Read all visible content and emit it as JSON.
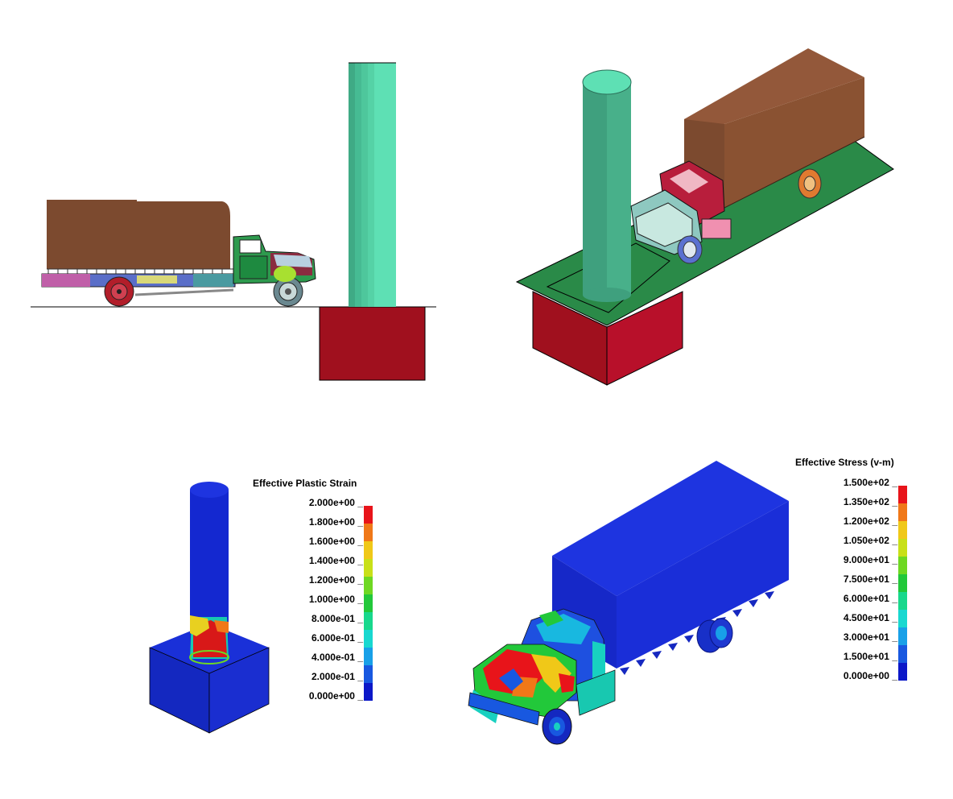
{
  "colors": {
    "truck_box": "#7c4a2f",
    "column": "#4fd6a8",
    "base_block": "#a0101e",
    "ground_plate": "#2c8a4a",
    "fe_blue": "#1530c8"
  },
  "legend_plastic_strain": {
    "title": "Effective Plastic Strain",
    "labels": [
      "2.000e+00",
      "1.800e+00",
      "1.600e+00",
      "1.400e+00",
      "1.200e+00",
      "1.000e+00",
      "8.000e-01",
      "6.000e-01",
      "4.000e-01",
      "2.000e-01",
      "0.000e+00"
    ],
    "colors": [
      "#e8141a",
      "#f07818",
      "#f0c818",
      "#c8e018",
      "#6ed822",
      "#22c83a",
      "#18d88c",
      "#18d8d0",
      "#18a0e8",
      "#1858e0",
      "#0c18c8"
    ]
  },
  "legend_stress": {
    "title": "Effective Stress (v-m)",
    "labels": [
      "1.500e+02",
      "1.350e+02",
      "1.200e+02",
      "1.050e+02",
      "9.000e+01",
      "7.500e+01",
      "6.000e+01",
      "4.500e+01",
      "3.000e+01",
      "1.500e+01",
      "0.000e+00"
    ],
    "colors": [
      "#e8141a",
      "#f07818",
      "#f0c818",
      "#c8e018",
      "#6ed822",
      "#22c83a",
      "#18d88c",
      "#18d8d0",
      "#18a0e8",
      "#1858e0",
      "#0c18c8"
    ]
  }
}
